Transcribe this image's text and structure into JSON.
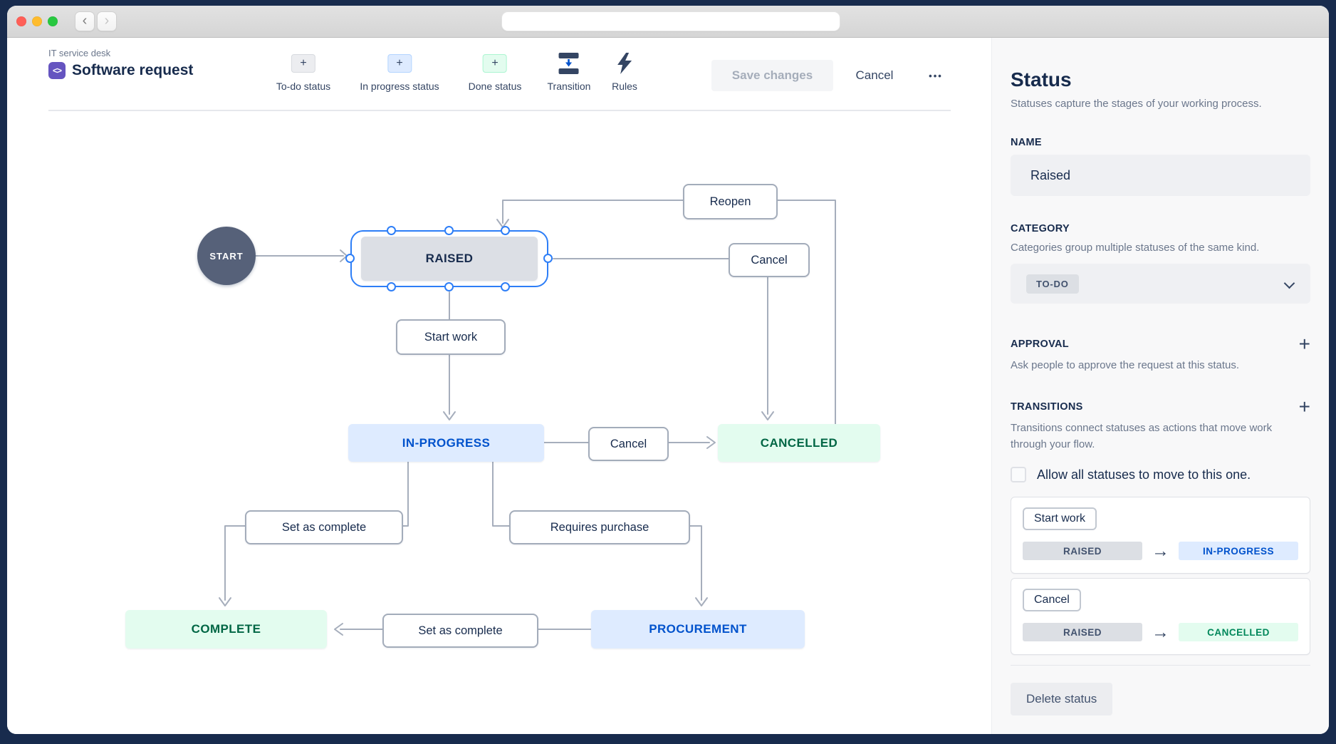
{
  "window": {
    "url_value": ""
  },
  "icons": {
    "back": "‹",
    "forward": "›",
    "plus": "+",
    "more_dots": "•••",
    "app_glyph": "<>",
    "arrow_right": "→"
  },
  "toolbar": {
    "breadcrumb": "IT service desk",
    "title": "Software request",
    "buttons": [
      {
        "label": "To-do status"
      },
      {
        "label": "In progress status"
      },
      {
        "label": "Done status"
      },
      {
        "label": "Transition"
      },
      {
        "label": "Rules"
      }
    ],
    "save_label": "Save changes",
    "cancel_label": "Cancel"
  },
  "canvas": {
    "start": "START",
    "statuses": {
      "raised": "RAISED",
      "in_progress": "IN-PROGRESS",
      "cancelled": "CANCELLED",
      "complete": "COMPLETE",
      "procurement": "PROCUREMENT"
    },
    "transitions": {
      "reopen": "Reopen",
      "cancel_top": "Cancel",
      "start_work": "Start work",
      "cancel_mid": "Cancel",
      "set_as_complete_left": "Set as complete",
      "requires_purchase": "Requires purchase",
      "set_as_complete_bottom": "Set as complete"
    }
  },
  "sidebar": {
    "title": "Status",
    "subtitle": "Statuses capture the stages of your working process.",
    "name_label": "NAME",
    "name_value": "Raised",
    "category_label": "CATEGORY",
    "category_desc": "Categories group multiple statuses of the same kind.",
    "category_value": "TO-DO",
    "approval_label": "APPROVAL",
    "approval_desc": "Ask people to approve the request at this status.",
    "transitions_label": "TRANSITIONS",
    "transitions_desc": "Transitions connect statuses as actions that move work through your flow.",
    "allow_all_label": "Allow all statuses to move to this one.",
    "transitions": [
      {
        "action": "Start work",
        "from": "RAISED",
        "to": "IN-PROGRESS"
      },
      {
        "action": "Cancel",
        "from": "RAISED",
        "to": "CANCELLED"
      }
    ],
    "delete_label": "Delete status"
  },
  "colors": {
    "frame_navy": "#182B4D",
    "selection_blue": "#2D7EF7",
    "todo_bg": "#DCDFE5",
    "inprogress_bg": "#DEEBFF",
    "inprogress_text": "#0052CC",
    "done_bg": "#E3FCEF",
    "done_text": "#006644",
    "edge_gray": "#A6AEBC",
    "app_purple": "#6554C0"
  }
}
